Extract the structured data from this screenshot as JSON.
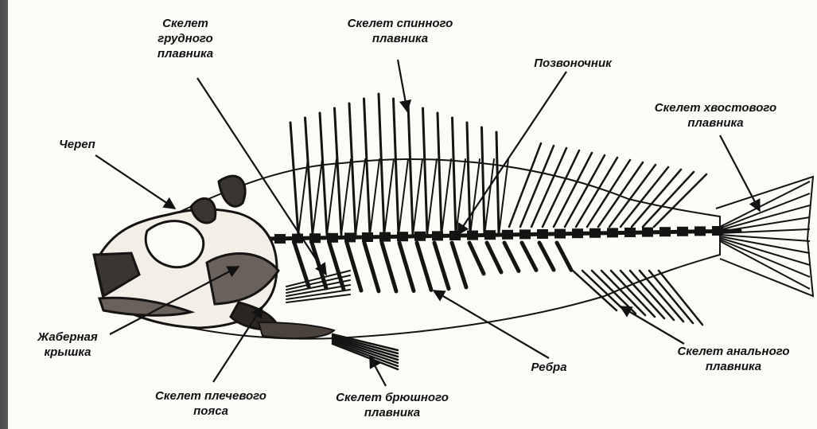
{
  "labels": {
    "pectoral": [
      "Скелет",
      "грудного",
      "плавника"
    ],
    "dorsal": [
      "Скелет спинного",
      "плавника"
    ],
    "spine": "Позвоночник",
    "skull": "Череп",
    "caudal": [
      "Скелет хвостового",
      "плавника"
    ],
    "operculum": [
      "Жаберная",
      "крышка"
    ],
    "ribs": "Ребра",
    "anal": [
      "Скелет анального",
      "плавника"
    ],
    "shoulder": [
      "Скелет плечевого",
      "пояса"
    ],
    "pelvic": [
      "Скелет брюшного",
      "плавника"
    ]
  },
  "colors": {
    "bone": "#f3efe6",
    "ink": "#161412",
    "paper": "#fbfbf8",
    "frame": "#5a5a5c"
  }
}
